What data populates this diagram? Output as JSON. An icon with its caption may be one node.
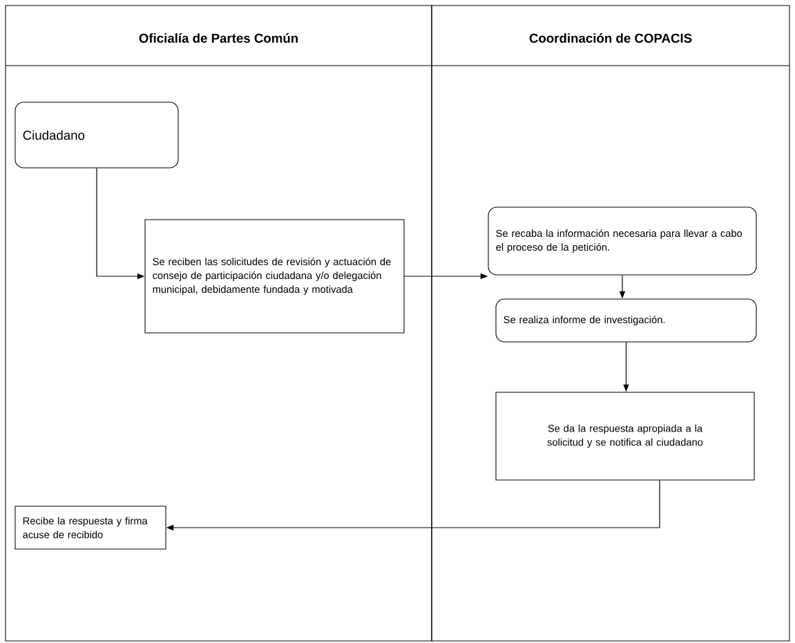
{
  "diagram": {
    "nodes": [
      {
        "text": [
          "Oficialía de Partes Común"
        ]
      },
      {
        "text": [
          "Coordinación de COPACIS"
        ]
      },
      {
        "text": [
          "Ciudadano"
        ],
        "in": 0
      },
      {
        "text": [
          "Se reciben las solicitudes de revisión y actuación de consejo de participación ciudadana y/o delegación municipal, debidamente fundada y motivada"
        ],
        "in": 0
      },
      {
        "text": [
          "Se recaba la información necesaria para llevar a cabo el proceso de la petición."
        ],
        "in": 1
      },
      {
        "text": [
          "Se realiza informe de investigación."
        ],
        "in": 1
      },
      {
        "text": [
          "Se da la respuesta apropiada a la solicitud y se notifica al ciudadano"
        ],
        "in": 1
      },
      {
        "text": [
          "Recibe la respuesta y firma acuse de recibido"
        ],
        "in": 0
      }
    ],
    "edges": [
      {
        "from": 2,
        "to": 3,
        "arrow": "to"
      },
      {
        "from": 3,
        "to": 4,
        "arrow": "to"
      },
      {
        "from": 4,
        "to": 5,
        "arrow": "to"
      },
      {
        "from": 5,
        "to": 6,
        "arrow": "to"
      },
      {
        "from": 6,
        "to": 7,
        "arrow": "to"
      }
    ]
  }
}
